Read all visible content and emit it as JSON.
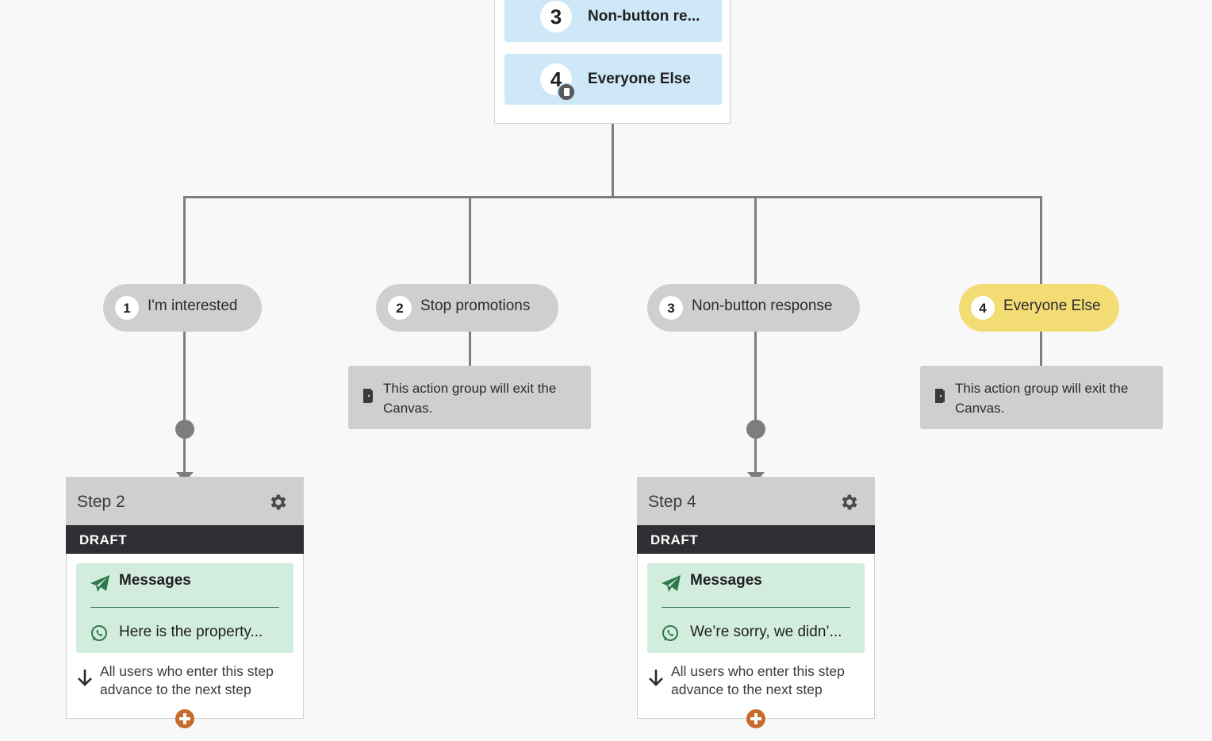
{
  "parent_step": {
    "paths": [
      {
        "number": "3",
        "label": "Non-button re..."
      },
      {
        "number": "4",
        "label": "Everyone Else"
      }
    ]
  },
  "paths": [
    {
      "number": "1",
      "label": "I'm interested"
    },
    {
      "number": "2",
      "label": "Stop promotions"
    },
    {
      "number": "3",
      "label": "Non-button response"
    },
    {
      "number": "4",
      "label": "Everyone Else"
    }
  ],
  "exit_note_text": "This action group will exit the Canvas.",
  "steps": [
    {
      "title": "Step 2",
      "status": "DRAFT",
      "messages_label": "Messages",
      "message_preview": "Here is the property...",
      "advance_text": "All users who enter this step advance to the next step"
    },
    {
      "title": "Step 4",
      "status": "DRAFT",
      "messages_label": "Messages",
      "message_preview": "We’re sorry, we didn’...",
      "advance_text": "All users who enter this step advance to the next step"
    }
  ],
  "colors": {
    "path_pill": "#cfcfd0",
    "selected_path_pill": "#f4dc74",
    "parent_row": "#cfe8f8",
    "message_box": "#d2ecdd",
    "status_bar": "#2e2e33",
    "add_button": "#c76a2a",
    "connector": "#7d7d80"
  },
  "icons": [
    "exit-door-icon",
    "gear-icon",
    "send-icon",
    "whatsapp-icon",
    "arrow-down-icon",
    "add-step-icon"
  ]
}
